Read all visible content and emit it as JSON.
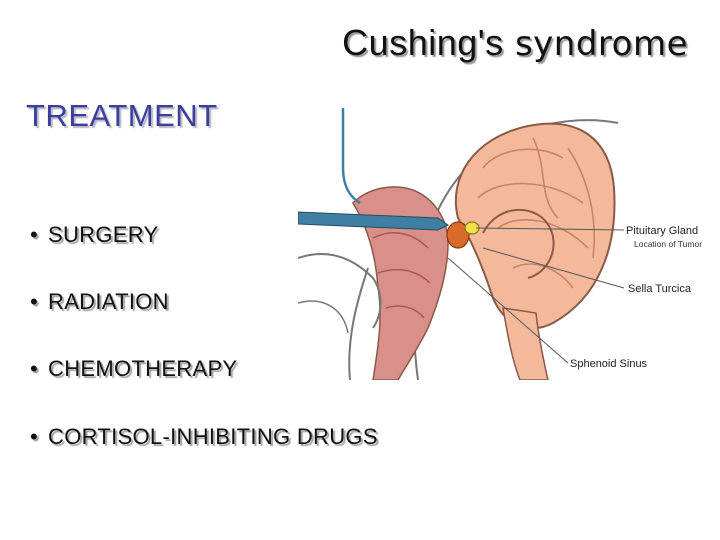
{
  "slide": {
    "title_part1": "Cushing's",
    "title_part2": " syndrome",
    "heading": "TREATMENT",
    "bullet_glyph": "•",
    "bullets": [
      "SURGERY",
      "RADIATION",
      "CHEMOTHERAPY",
      "CORTISOL-INHIBITING DRUGS"
    ]
  },
  "illustration": {
    "labels": {
      "pituitary_gland": "Pituitary Gland",
      "location_of_tumor": "Location of Tumor",
      "sella_turcica": "Sella Turcica",
      "sphenoid_sinus": "Sphenoid Sinus"
    },
    "colors": {
      "brain": "#f4b99a",
      "brain_outline": "#8a5a48",
      "nasal": "#d98f8a",
      "tumor": "#d86a2a",
      "instrument": "#3f7fa3"
    }
  }
}
